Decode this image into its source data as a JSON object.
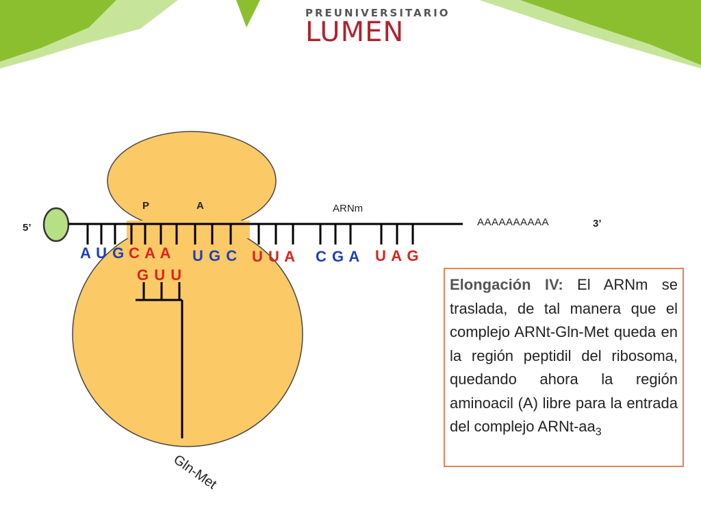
{
  "logo": {
    "top": "PREUNIVERSITARIO",
    "main": "LUMEN"
  },
  "labels": {
    "p": "P",
    "a": "A",
    "arnm": "ARNm",
    "poly_a": "AAAAAAAAAA",
    "five_prime": "5’",
    "three_prime": "3’"
  },
  "codons": {
    "c1": "AUG",
    "c2": "CAA",
    "c3": "UGC",
    "c4": "UUA",
    "c5": "CGA",
    "c6": "UAG",
    "anticodon": "GUU"
  },
  "peptide_label": "Gln-Met",
  "description": {
    "heading": "Elongación IV:",
    "body": " El ARNm se traslada, de tal manera que el complejo ARNt-Gln-Met queda en la región peptidil del ribosoma, quedando ahora la región aminoacil (A) libre para la entrada del complejo ARNt-aa",
    "subscript": "3"
  },
  "colors": {
    "ribosome": "#fcc967",
    "cap": "#b7df84",
    "leaf": "#8cbf2f",
    "codon_blue": "#1f3fb5",
    "codon_red": "#d8251e"
  }
}
